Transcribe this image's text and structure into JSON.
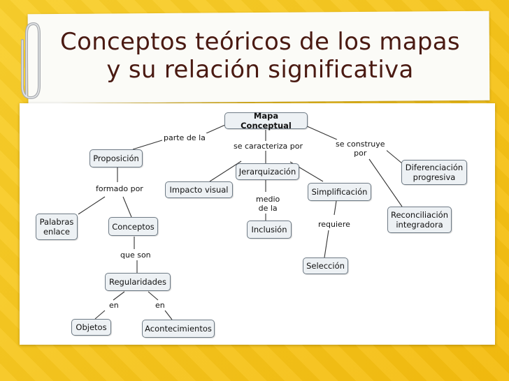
{
  "title": {
    "line1": "Conceptos teóricos de los mapas",
    "line2": "y su relación significativa"
  },
  "nodes": {
    "mapa": "Mapa Conceptual",
    "proposicion": "Proposición",
    "jerarquizacion": "Jerarquización",
    "impacto": "Impacto visual",
    "simplificacion": "Simplificación",
    "diferenciacion": "Diferenciación\nprogresiva",
    "reconciliacion": "Reconciliación\nintegradora",
    "palabras": "Palabras\nenlace",
    "conceptos": "Conceptos",
    "inclusion": "Inclusión",
    "seleccion": "Selección",
    "regularidades": "Regularidades",
    "objetos": "Objetos",
    "acontecimientos": "Acontecimientos"
  },
  "links": {
    "parte": "parte de la",
    "caracteriza": "se caracteriza por",
    "construye": "se construye\npor",
    "formado": "formado por",
    "medio": "medio\nde la",
    "requiere": "requiere",
    "queson": "que son",
    "en1": "en",
    "en2": "en"
  }
}
